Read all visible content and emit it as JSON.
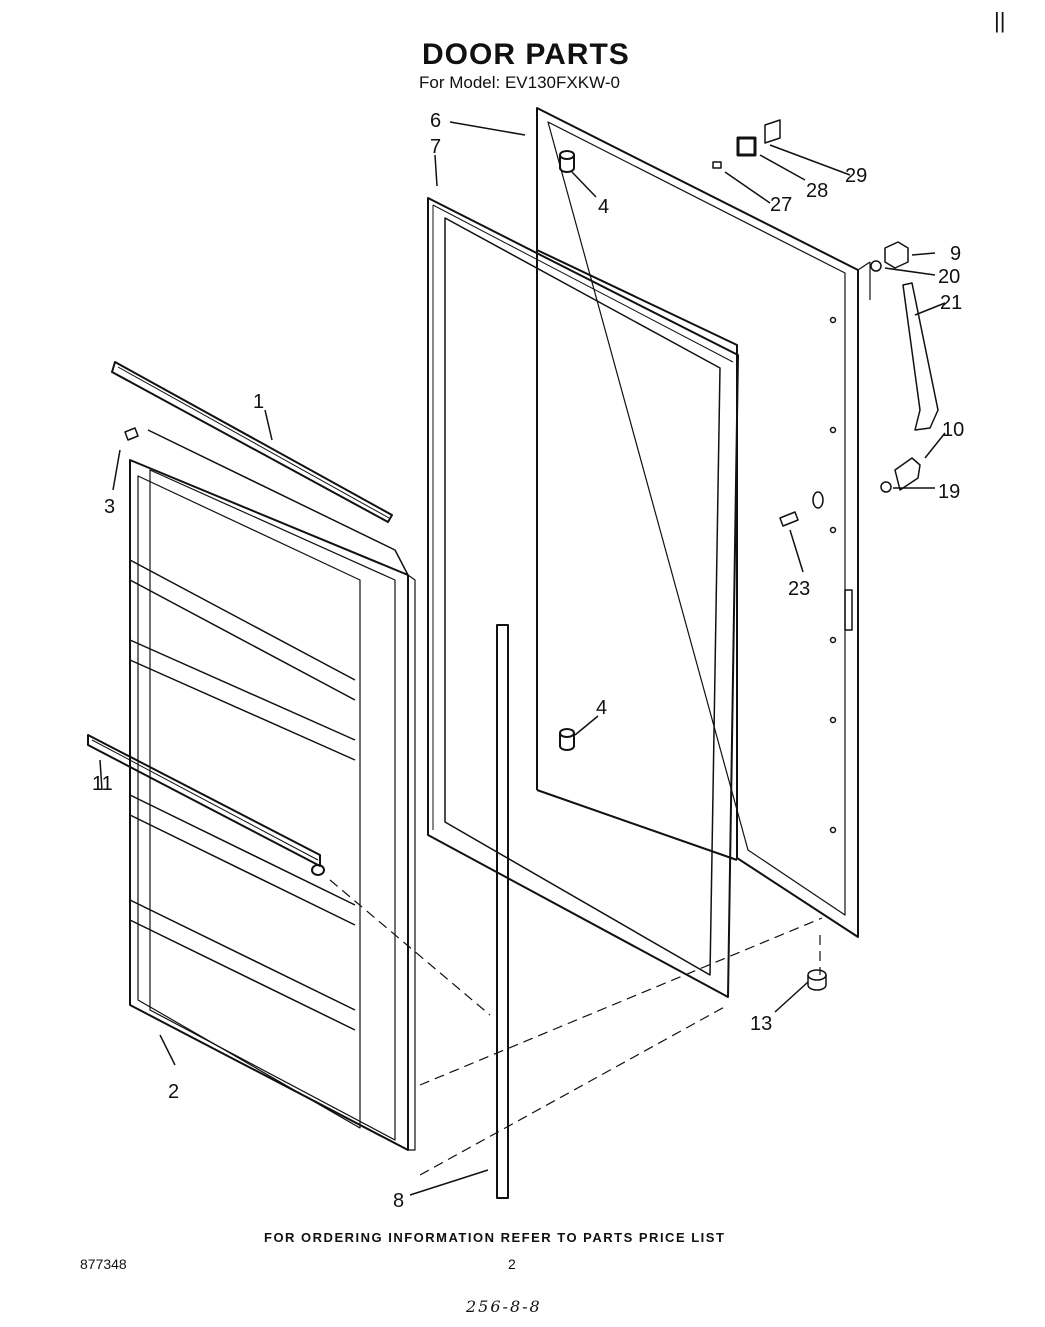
{
  "header": {
    "title": "DOOR PARTS",
    "model_line": "For Model: EV130FXKW-0",
    "corner_mark": "||"
  },
  "callouts": [
    {
      "id": "1",
      "text": "1"
    },
    {
      "id": "2",
      "text": "2"
    },
    {
      "id": "3",
      "text": "3"
    },
    {
      "id": "4a",
      "text": "4"
    },
    {
      "id": "4b",
      "text": "4"
    },
    {
      "id": "6",
      "text": "6"
    },
    {
      "id": "7",
      "text": "7"
    },
    {
      "id": "8",
      "text": "8"
    },
    {
      "id": "9",
      "text": "9"
    },
    {
      "id": "10",
      "text": "10"
    },
    {
      "id": "11",
      "text": "11"
    },
    {
      "id": "13",
      "text": "13"
    },
    {
      "id": "19",
      "text": "19"
    },
    {
      "id": "20",
      "text": "20"
    },
    {
      "id": "21",
      "text": "21"
    },
    {
      "id": "23",
      "text": "23"
    },
    {
      "id": "27",
      "text": "27"
    },
    {
      "id": "28",
      "text": "28"
    },
    {
      "id": "29",
      "text": "29"
    }
  ],
  "footer": {
    "ordering_note": "FOR ORDERING INFORMATION REFER TO PARTS PRICE LIST",
    "doc_number": "877348",
    "page_number": "2",
    "handwritten_note": "256-8-8"
  }
}
